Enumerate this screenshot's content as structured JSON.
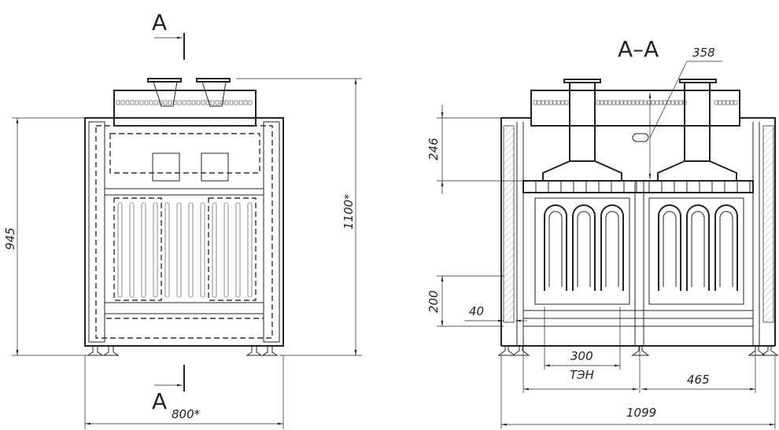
{
  "front_view": {
    "section_mark_top": "A",
    "section_mark_bottom": "A",
    "dim_height_frame": "945",
    "dim_height_total": "1100*",
    "dim_width": "800*"
  },
  "section_view": {
    "title": "A–A",
    "dim_358": "358",
    "dim_246": "246",
    "dim_200": "200",
    "dim_40": "40",
    "dim_300": "300",
    "label_ten": "ТЭН",
    "dim_465": "465",
    "dim_1099": "1099"
  }
}
